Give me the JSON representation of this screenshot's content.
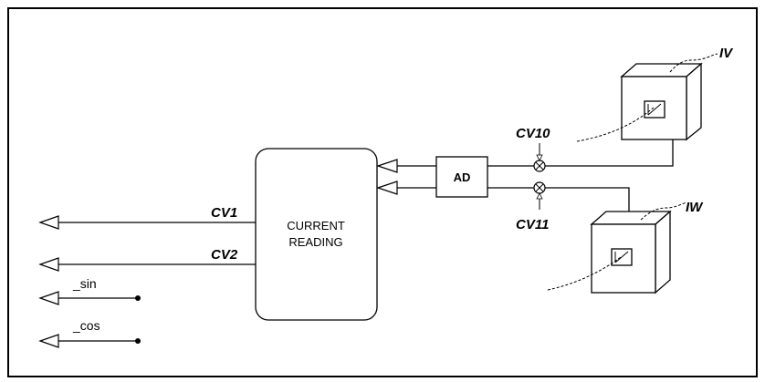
{
  "diagram": {
    "block_line1": "CURRENT",
    "block_line2": "READING",
    "converter": "AD",
    "outputs": {
      "cv1": "CV1",
      "cv2": "CV2",
      "sin": "_sin",
      "cos": "_cos"
    },
    "sample_signals": {
      "cv10": "CV10",
      "cv11": "CV11"
    },
    "sensors": {
      "iv": "IV",
      "iw": "IW"
    }
  }
}
